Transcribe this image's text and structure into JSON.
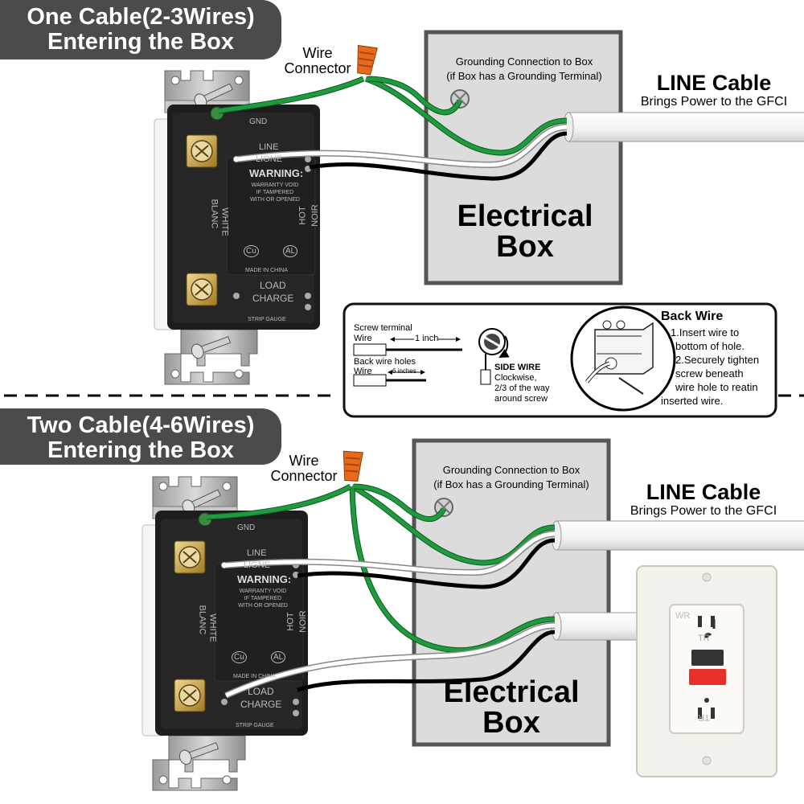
{
  "section_top": {
    "title_line1": "One Cable(2-3Wires)",
    "title_line2": "Entering the Box"
  },
  "section_bottom": {
    "title_line1": "Two Cable(4-6Wires)",
    "title_line2": "Entering the Box"
  },
  "wire_connector": {
    "line1": "Wire",
    "line2": "Connector"
  },
  "grounding": {
    "line1": "Grounding Connection to Box",
    "line2": "(if Box has a Grounding Terminal)"
  },
  "line_cable": {
    "title": "LINE Cable",
    "subtitle": "Brings Power to the GFCI"
  },
  "electrical_box": {
    "line1": "Electrical",
    "line2": "Box"
  },
  "gfci_labels": {
    "gnd": "GND",
    "line": "LINE",
    "ligne": "LIGNE",
    "warning": "WARNING:",
    "warning_line1": "WARRANTY VOID",
    "warning_line2": "IF TAMPERED",
    "warning_line3": "WITH OR OPENED",
    "white": "WHITE",
    "blanc": "BLANC",
    "hot": "HOT",
    "noir": "NOIR",
    "cu": "Cu",
    "al": "AL",
    "made_in": "MADE IN CHINA",
    "load": "LOAD",
    "charge": "CHARGE",
    "strip_gauge": "STRIP GAUGE"
  },
  "instructions": {
    "screw_terminal": "Screw terminal",
    "wire": "Wire",
    "one_inch": "1 inch",
    "back_wire_holes": "Back wire holes",
    "six_inches": "6 inches",
    "side_wire_title": "SIDE WIRE",
    "side_wire_line1": "Clockwise,",
    "side_wire_line2": "2/3 of the way",
    "side_wire_line3": "around screw",
    "back_wire_title": "Back Wire",
    "step1_line1": "1.Insert wire to",
    "step1_line2": "bottom of hole.",
    "step2_line1": "2.Securely tighten",
    "step2_line2": "screw beneath",
    "step2_line3": "wire hole to reatin",
    "step2_line4": "inserted wire."
  },
  "outlet": {
    "wr": "WR",
    "tr_top": "TR",
    "tr_bottom": "TR"
  },
  "colors": {
    "header_bg": "#4b4b4b",
    "box_fill": "#dcdcdc",
    "box_border": "#555555",
    "ground_wire": "#1f9a3c",
    "hot_wire": "#1a1a1a",
    "neutral_wire": "#ffffff",
    "connector": "#e8681c",
    "outlet_bg": "#f3f1ec",
    "reset_button": "#e8302a"
  }
}
